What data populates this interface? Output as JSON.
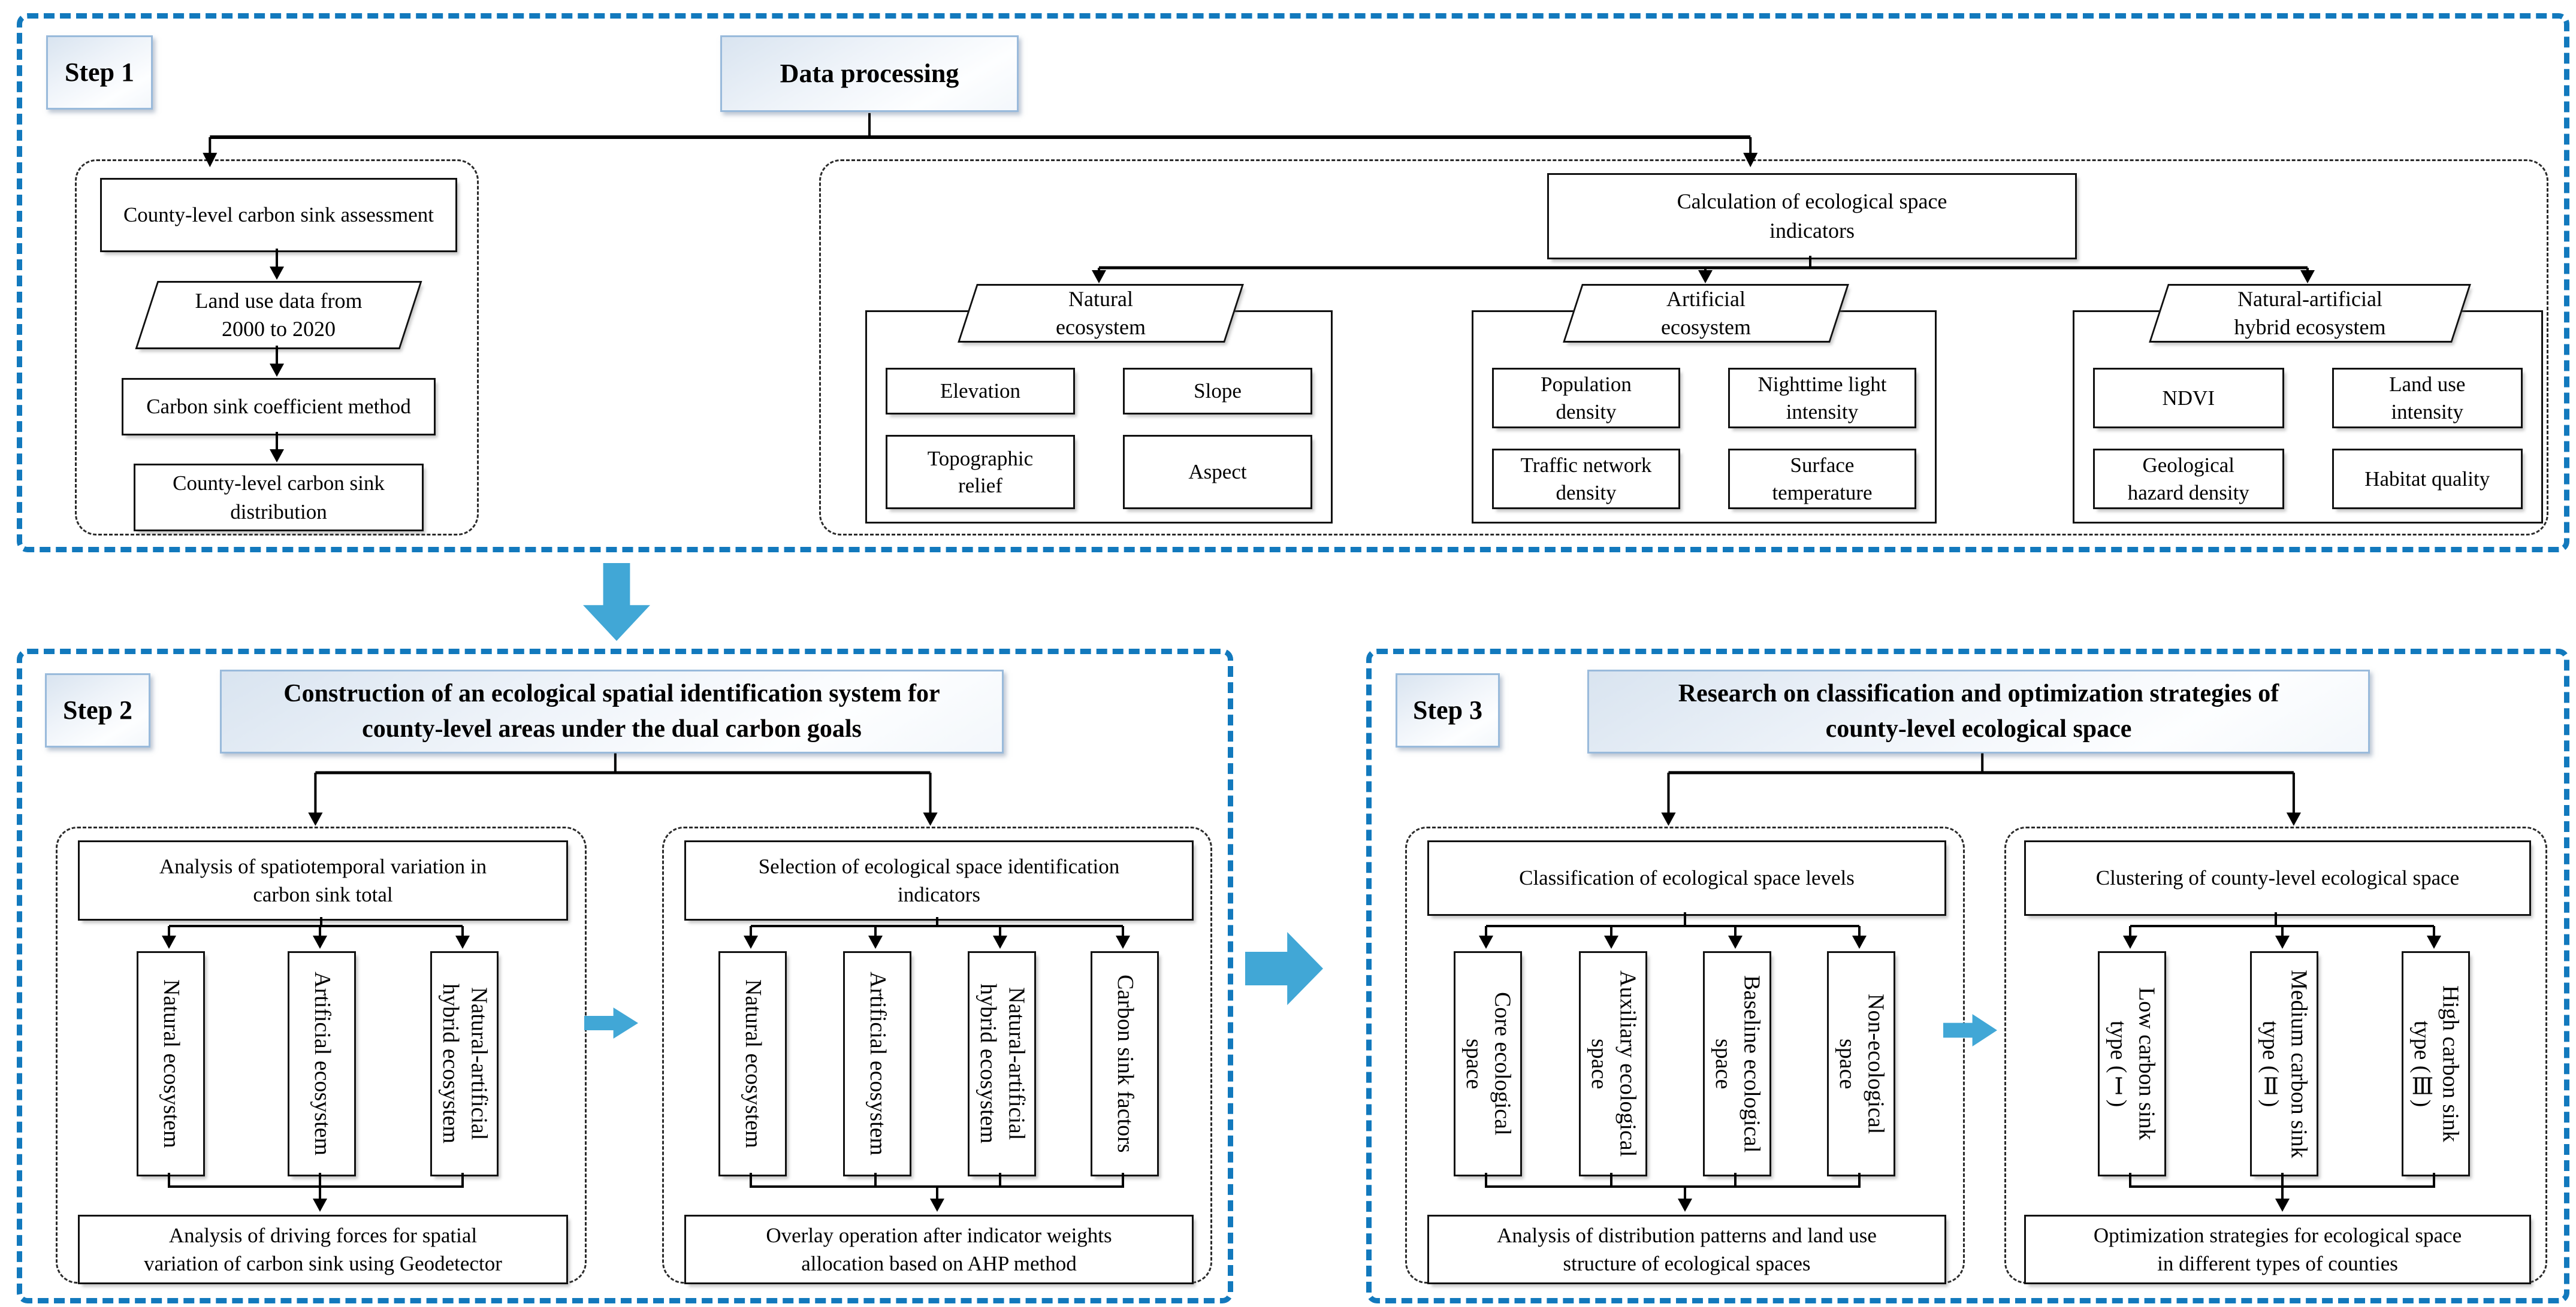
{
  "colors": {
    "panel_dashed_blue": "#1279bd",
    "flow_arrow_blue": "#41a7d6",
    "box_border": "#111111",
    "header_border": "#99badb"
  },
  "step1": {
    "label": "Step 1",
    "header": "Data processing",
    "assessment": {
      "box1": "County-level carbon sink assessment",
      "box2": "Land use data from\n2000 to 2020",
      "box3": "Carbon sink coefficient method",
      "box4": "County-level carbon sink\ndistribution"
    },
    "indicators": {
      "header": "Calculation of ecological space\nindicators",
      "groups": [
        {
          "title": "Natural\necosystem",
          "items": [
            "Elevation",
            "Slope",
            "Topographic\nrelief",
            "Aspect"
          ]
        },
        {
          "title": "Artificial\necosystem",
          "items": [
            "Population\ndensity",
            "Nighttime light\nintensity",
            "Traffic network\ndensity",
            "Surface\ntemperature"
          ]
        },
        {
          "title": "Natural-artificial\nhybrid ecosystem",
          "items": [
            "NDVI",
            "Land use\nintensity",
            "Geological\nhazard density",
            "Habitat quality"
          ]
        }
      ]
    }
  },
  "step2": {
    "label": "Step 2",
    "header": "Construction of an ecological spatial identification system for\ncounty-level areas under the dual carbon goals",
    "left": {
      "top": "Analysis of spatiotemporal variation in\ncarbon sink total",
      "columns": [
        "Natural ecosystem",
        "Artificial ecosystem",
        "Natural-artificial\nhybrid ecosystem"
      ],
      "bottom": "Analysis of driving forces for spatial\nvariation of carbon sink using Geodetector"
    },
    "right": {
      "top": "Selection of ecological space identification\nindicators",
      "columns": [
        "Natural ecosystem",
        "Artificial ecosystem",
        "Natural-artificial\nhybrid ecosystem",
        "Carbon sink factors"
      ],
      "bottom": "Overlay operation after indicator weights\nallocation based on AHP method"
    }
  },
  "step3": {
    "label": "Step 3",
    "header": "Research on classification and optimization strategies of\ncounty-level ecological space",
    "left": {
      "top": "Classification of ecological space levels",
      "columns": [
        "Core ecological\nspace",
        "Auxiliary ecological\nspace",
        "Baseline ecological\nspace",
        "Non-ecological\nspace"
      ],
      "bottom": "Analysis of distribution patterns and land use\nstructure of ecological spaces"
    },
    "right": {
      "top": "Clustering of county-level ecological space",
      "columns": [
        "Low carbon sink\ntype (Ⅰ)",
        "Medium carbon sink\ntype (Ⅱ)",
        "High carbon sink\ntype (Ⅲ)"
      ],
      "bottom": "Optimization strategies for ecological space\nin different types of counties"
    }
  }
}
